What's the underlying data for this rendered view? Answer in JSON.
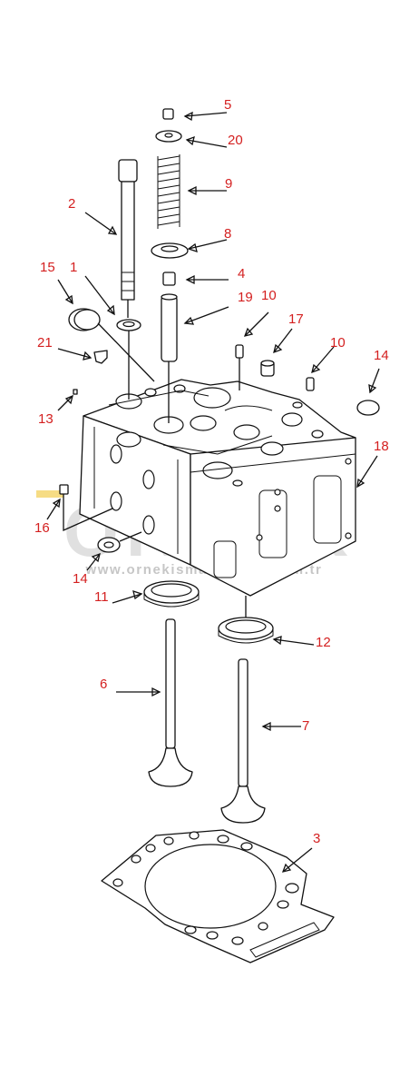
{
  "colors": {
    "callout": "#d42020",
    "line": "#111111",
    "watermark": "#c8c8c8",
    "watermark_accent": "#f0c020"
  },
  "watermark": {
    "logo_text": "ORNEK",
    "url": "www.ornekismakinalari.com.tr"
  },
  "callouts": [
    {
      "id": "5",
      "label": "5"
    },
    {
      "id": "20",
      "label": "20"
    },
    {
      "id": "9",
      "label": "9"
    },
    {
      "id": "2",
      "label": "2"
    },
    {
      "id": "8",
      "label": "8"
    },
    {
      "id": "15",
      "label": "15"
    },
    {
      "id": "1",
      "label": "1"
    },
    {
      "id": "4",
      "label": "4"
    },
    {
      "id": "19",
      "label": "19"
    },
    {
      "id": "10a",
      "label": "10"
    },
    {
      "id": "17",
      "label": "17"
    },
    {
      "id": "21",
      "label": "21"
    },
    {
      "id": "10b",
      "label": "10"
    },
    {
      "id": "14a",
      "label": "14"
    },
    {
      "id": "13",
      "label": "13"
    },
    {
      "id": "18",
      "label": "18"
    },
    {
      "id": "16",
      "label": "16"
    },
    {
      "id": "14b",
      "label": "14"
    },
    {
      "id": "11",
      "label": "11"
    },
    {
      "id": "12",
      "label": "12"
    },
    {
      "id": "6",
      "label": "6"
    },
    {
      "id": "7",
      "label": "7"
    },
    {
      "id": "3",
      "label": "3"
    }
  ]
}
